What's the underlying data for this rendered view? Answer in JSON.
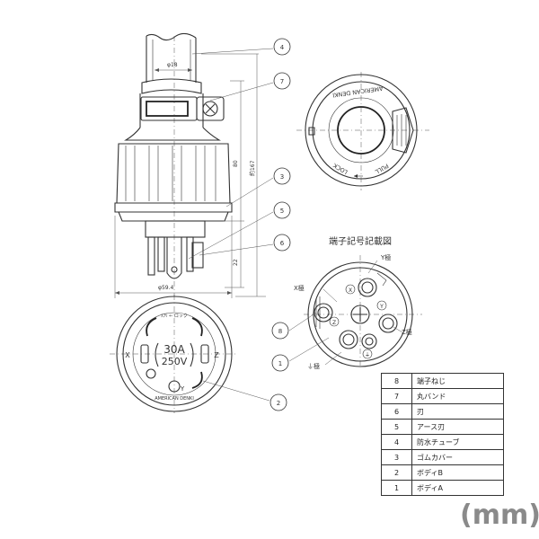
{
  "dimensions": {
    "phi18": "φ18",
    "len80": "80",
    "len167": "約167",
    "len22": "22",
    "phi594": "φ59.4"
  },
  "callouts": [
    "1",
    "2",
    "3",
    "4",
    "5",
    "6",
    "7",
    "8"
  ],
  "plug_face": {
    "rating_a": "30A",
    "rating_v": "250V",
    "lock_text": "ｽﾌﾘ ← ロック",
    "brand": "AMERICAN DENKI",
    "marks": [
      "X",
      "Y",
      "Z"
    ]
  },
  "top_view": {
    "brand": "AMERICAN DENKI",
    "lock": "LOCK",
    "pull": "PULL"
  },
  "terminal": {
    "title": "端子記号記載図",
    "y_pole": "Y極",
    "x_pole": "X極",
    "z_pole": "Z極",
    "earth_pole": "⏚極",
    "marks": [
      "X",
      "Y",
      "Z",
      "⏚"
    ]
  },
  "legend": [
    {
      "no": "8",
      "name": "端子ねじ"
    },
    {
      "no": "7",
      "name": "丸バンド"
    },
    {
      "no": "6",
      "name": "刃"
    },
    {
      "no": "5",
      "name": "アース刃"
    },
    {
      "no": "4",
      "name": "防水チューブ"
    },
    {
      "no": "3",
      "name": "ゴムカバー"
    },
    {
      "no": "2",
      "name": "ボディB"
    },
    {
      "no": "1",
      "name": "ボディA"
    }
  ],
  "unit_label": "(mm)"
}
